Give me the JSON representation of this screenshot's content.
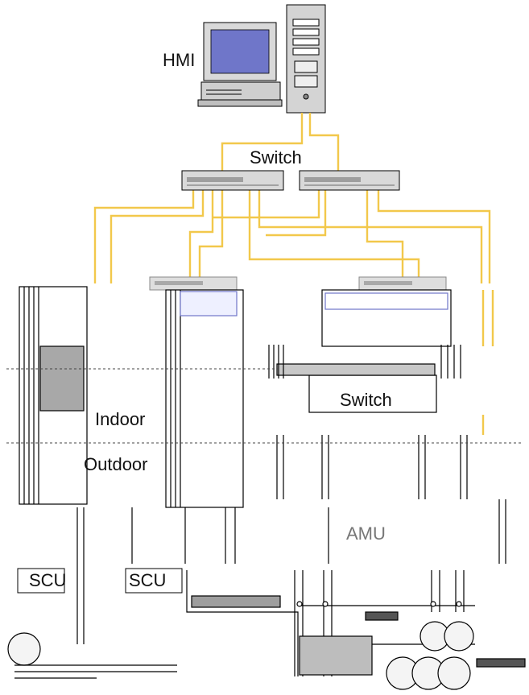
{
  "labels": {
    "hmi": "HMI",
    "switch_top": "Switch",
    "switch_mid": "Switch",
    "indoor": "Indoor",
    "outdoor": "Outdoor",
    "scu_left": "SCU",
    "scu_mid": "SCU",
    "amu": "AMU"
  },
  "colors": {
    "ethernet_cable": "#f2c84b",
    "device_line": "#000000",
    "device_fill": "#bdbdbd",
    "hmi_screen": "#6f76c9"
  }
}
